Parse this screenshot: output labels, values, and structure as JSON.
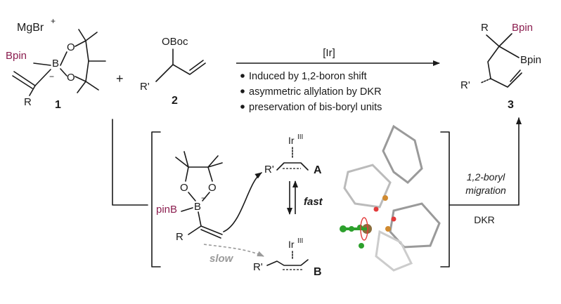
{
  "colors": {
    "ink": "#1a1a1a",
    "boron_purple": "#8b1e4f",
    "slow_gray": "#9a9a9a",
    "ligand_green": "#2ca02c",
    "ligand_red": "#e23a3a"
  },
  "compound1": {
    "cation": "MgBr",
    "cation_charge": "+",
    "bpin": "Bpin",
    "boron": "B",
    "charge": "−",
    "o_top": "O",
    "o_bot": "O",
    "r": "R",
    "number": "1"
  },
  "plus": "+",
  "compound2": {
    "leaving_group": "OBoc",
    "r": "R'",
    "number": "2"
  },
  "arrow": {
    "catalyst": "[Ir]",
    "bullets": [
      "Induced by 1,2-boron shift",
      "asymmetric allylation by DKR",
      "preservation of bis-boryl units"
    ]
  },
  "product3": {
    "r": "R",
    "bpin_top": "Bpin",
    "bpin_bottom": "Bpin",
    "r_prime": "R'",
    "number": "3"
  },
  "mechanism": {
    "ate_complex": {
      "pinb": "pinB",
      "boron": "B",
      "charge": "−",
      "o1": "O",
      "o2": "O",
      "r": "R"
    },
    "ir_label": "Ir",
    "ir_ox": "III",
    "a": {
      "r": "R'",
      "label": "A"
    },
    "b": {
      "r": "R'",
      "label": "B"
    },
    "fast": "fast",
    "slow": "slow",
    "side_label_line1": "1,2-boryl",
    "side_label_line2": "migration",
    "dkr": "DKR"
  }
}
